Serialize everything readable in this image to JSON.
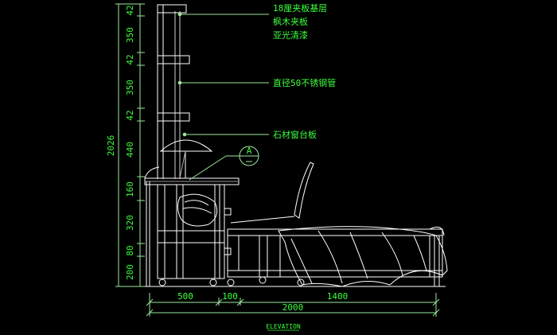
{
  "colors": {
    "background": "#000000",
    "primary": "#33ff33",
    "line": "#ffffff",
    "dim_line": "#9be89b"
  },
  "annotations": {
    "line1": "18厘夹板基层",
    "line2": "枫木夹板",
    "line3": "亚光清漆",
    "pipe": "直径50不锈钢管",
    "sill": "石材窗台板"
  },
  "section_mark": {
    "letter": "A"
  },
  "vertical_dims": {
    "total": "2026",
    "segments": [
      "42",
      "350",
      "42",
      "350",
      "42",
      "440",
      "160",
      "320",
      "80",
      "200"
    ]
  },
  "horizontal_dims": {
    "segments": [
      "500",
      "100",
      "1400"
    ],
    "total": "2000"
  },
  "title": "ELEVATION"
}
